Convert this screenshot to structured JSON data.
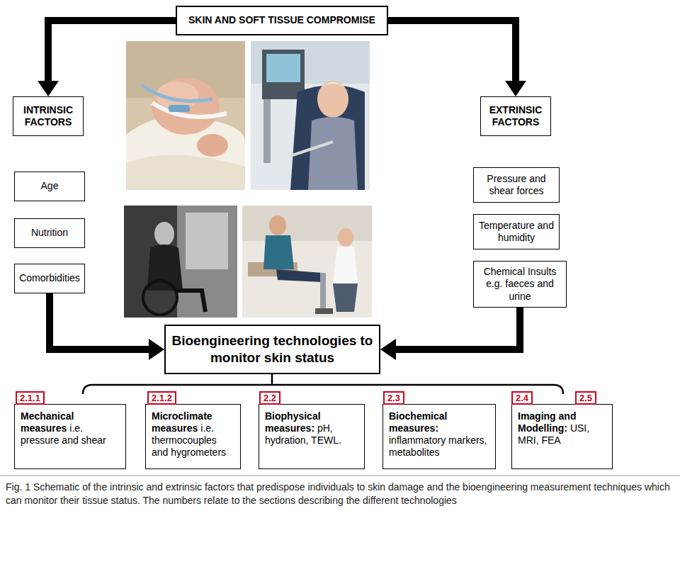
{
  "diagram": {
    "caption": "Fig. 1 Schematic of the intrinsic and extrinsic factors that predispose individuals to skin damage and the bioengineering measurement techniques which can monitor their tissue status. The numbers relate to the sections describing the different technologies",
    "nodes": [
      {
        "text": [
          "SKIN AND SOFT TISSUE COMPROMISE"
        ]
      },
      {
        "text": [
          "INTRINSIC FACTORS"
        ]
      },
      {
        "text": [
          "Age"
        ]
      },
      {
        "text": [
          "Nutrition"
        ]
      },
      {
        "text": [
          "Comorbidities"
        ]
      },
      {
        "text": [
          "EXTRINSIC FACTORS"
        ]
      },
      {
        "text": [
          "Pressure and shear forces"
        ]
      },
      {
        "text": [
          "Temperature and humidity"
        ]
      },
      {
        "text": [
          "Chemical Insults e.g. faeces and urine"
        ]
      },
      {
        "text": [
          "Bioengineering technologies to monitor skin status"
        ]
      },
      {
        "text": [
          "Mechanical measures",
          "i.e. pressure and shear"
        ]
      },
      {
        "text": [
          "Microclimate measures",
          "i.e. thermocouples and hygrometers"
        ]
      },
      {
        "text": [
          "Biophysical measures:",
          "pH, hydration, TEWL."
        ]
      },
      {
        "text": [
          "Biochemical measures:",
          "inflammatory markers, metabolites"
        ]
      },
      {
        "text": [
          "Imaging and Modelling:",
          "USI, MRI, FEA"
        ]
      }
    ],
    "edges": [
      {
        "from": 0,
        "to": 1,
        "arrow": "to"
      },
      {
        "from": 0,
        "to": 5,
        "arrow": "to"
      },
      {
        "from": 4,
        "to": 9,
        "arrow": "to"
      },
      {
        "from": 8,
        "to": 9,
        "arrow": "to"
      }
    ],
    "labels": [
      "2.1.1",
      "2.1.2",
      "2.2",
      "2.3",
      "2.4",
      "2.5"
    ]
  }
}
